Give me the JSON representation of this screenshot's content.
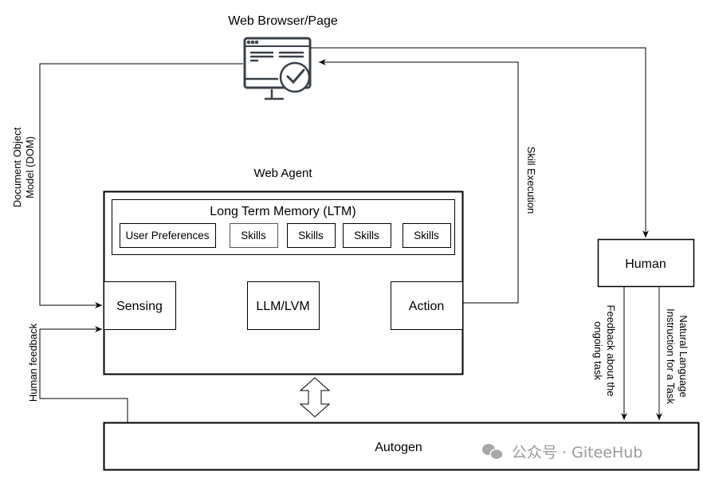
{
  "diagram": {
    "browser": {
      "title": "Web Browser/Page",
      "icon": "browser-check-icon"
    },
    "agent": {
      "title": "Web Agent",
      "ltm": {
        "title": "Long Term Memory (LTM)",
        "items": [
          "User Preferences",
          "Skills",
          "Skills",
          "Skills",
          "Skills"
        ]
      },
      "modules": {
        "sensing": "Sensing",
        "llm": "LLM/LVM",
        "action": "Action"
      }
    },
    "human": {
      "label": "Human"
    },
    "autogen": {
      "label": "Autogen"
    },
    "edges": {
      "dom": [
        "Document Object",
        "Model (DOM)"
      ],
      "skill_execution": "Skill Execution",
      "human_feedback": "Human feedback",
      "feedback_task": [
        "Feedback about the",
        "ongoing task"
      ],
      "nl_instruction": [
        "Natural Language",
        "Instruction for a Task"
      ]
    },
    "watermark": {
      "icon": "wechat-icon",
      "text": "公众号 · GiteeHub"
    }
  }
}
